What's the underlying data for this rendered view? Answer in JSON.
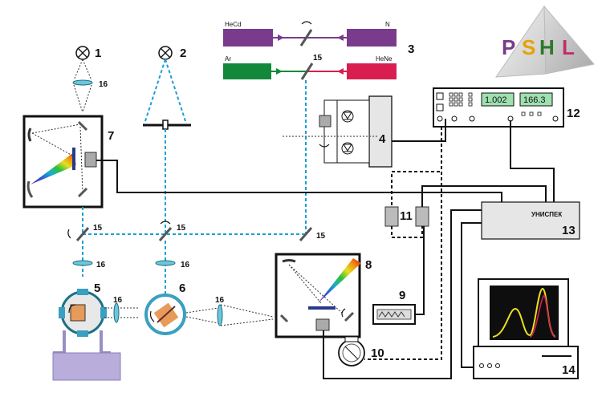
{
  "logo": {
    "text": "PSHL",
    "colors": [
      "#7a3b8c",
      "#e6a300",
      "#2a7a2a",
      "#c02f6a"
    ]
  },
  "lasers": {
    "hecd": {
      "label": "HeCd",
      "color": "#7a3b8c"
    },
    "n2": {
      "label": "N",
      "color": "#7a3b8c"
    },
    "ar": {
      "label": "Ar",
      "color": "#12893a"
    },
    "hene": {
      "label": "HeNe",
      "color": "#d81e50"
    }
  },
  "numbers": {
    "n1": "1",
    "n2": "2",
    "n3": "3",
    "n4": "4",
    "n5": "5",
    "n6": "6",
    "n7": "7",
    "n8": "8",
    "n9": "9",
    "n10": "10",
    "n11": "11",
    "n12": "12",
    "n13": "13",
    "n14": "14"
  },
  "lens_label": "16",
  "splitter_label": "15",
  "meter": {
    "display_left": "1.002",
    "display_right": "166.3"
  },
  "unispec": {
    "label": "УНИСПЕК"
  },
  "beam_color": "#1a9fd6"
}
